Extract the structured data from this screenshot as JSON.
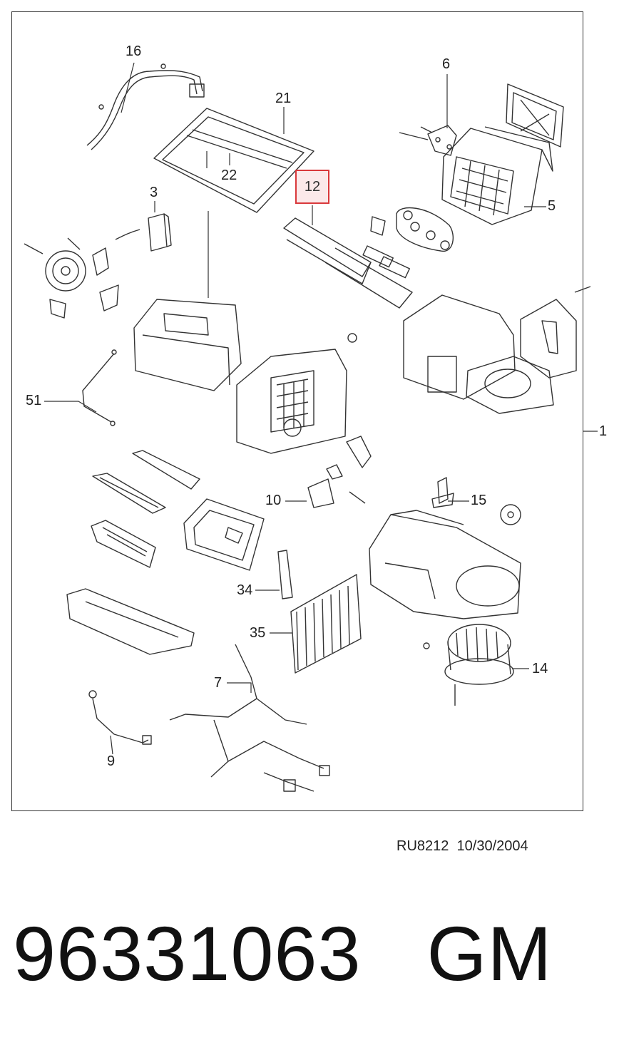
{
  "diagram": {
    "callouts": [
      {
        "id": "16",
        "label": "16"
      },
      {
        "id": "21",
        "label": "21"
      },
      {
        "id": "22",
        "label": "22"
      },
      {
        "id": "6",
        "label": "6"
      },
      {
        "id": "3",
        "label": "3"
      },
      {
        "id": "12",
        "label": "12",
        "highlighted": true,
        "highlight_color": "#d9383b"
      },
      {
        "id": "5",
        "label": "5"
      },
      {
        "id": "51",
        "label": "51"
      },
      {
        "id": "1",
        "label": "1"
      },
      {
        "id": "10",
        "label": "10"
      },
      {
        "id": "15",
        "label": "15"
      },
      {
        "id": "34",
        "label": "34"
      },
      {
        "id": "35",
        "label": "35"
      },
      {
        "id": "14",
        "label": "14"
      },
      {
        "id": "7",
        "label": "7"
      },
      {
        "id": "9",
        "label": "9"
      }
    ]
  },
  "footer": {
    "drawing_code": "RU8212",
    "drawing_date": "10/30/2004"
  },
  "part": {
    "number": "96331063",
    "brand": "GM"
  }
}
